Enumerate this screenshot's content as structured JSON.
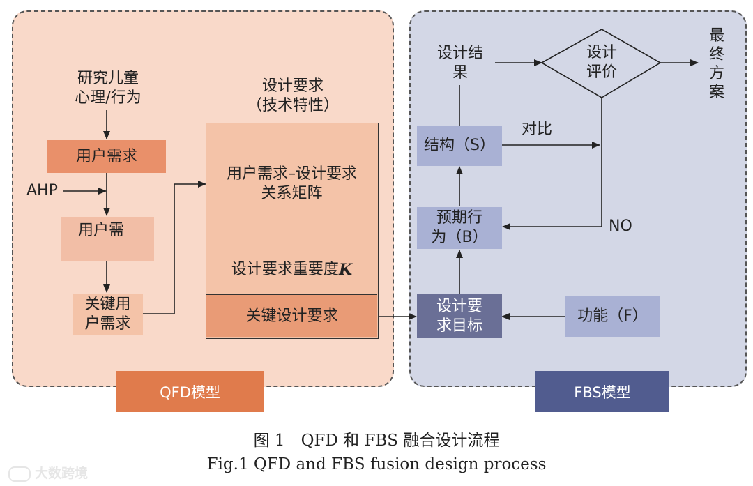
{
  "qfd": {
    "child_psych": "研究儿童\n心理/行为",
    "user_needs": "用户需求",
    "ahp": "AHP",
    "user_need_short": "用户需",
    "key_user_needs": "关键用\n户需求",
    "design_req_title": "设计要求\n（技术特性）",
    "matrix": "用户需求–设计要求\n关系矩阵",
    "importance": "设计要求重要度",
    "importance_k": "K",
    "key_design_req": "关键设计要求",
    "model_label": "QFD模型"
  },
  "fbs": {
    "design_result": "设计结\n果",
    "evaluation": "设计\n评价",
    "final_plan": "最\n终\n方\n案",
    "structure": "结构（S）",
    "compare": "对比",
    "expected_behavior": "预期行\n为（B）",
    "no": "NO",
    "design_goal": "设计要\n求目标",
    "function": "功能（F）",
    "model_label": "FBS模型"
  },
  "caption": {
    "cn": "图 1　QFD 和 FBS 融合设计流程",
    "en": "Fig.1 QFD and FBS fusion design process"
  },
  "watermark": "大数跨境",
  "colors": {
    "qfd_panel": "#f9d9c9",
    "fbs_panel": "#d3d7e6",
    "qfd_tag": "#e07b4c",
    "fbs_tag": "#515c8f",
    "navy_box": "#6a6f96"
  }
}
